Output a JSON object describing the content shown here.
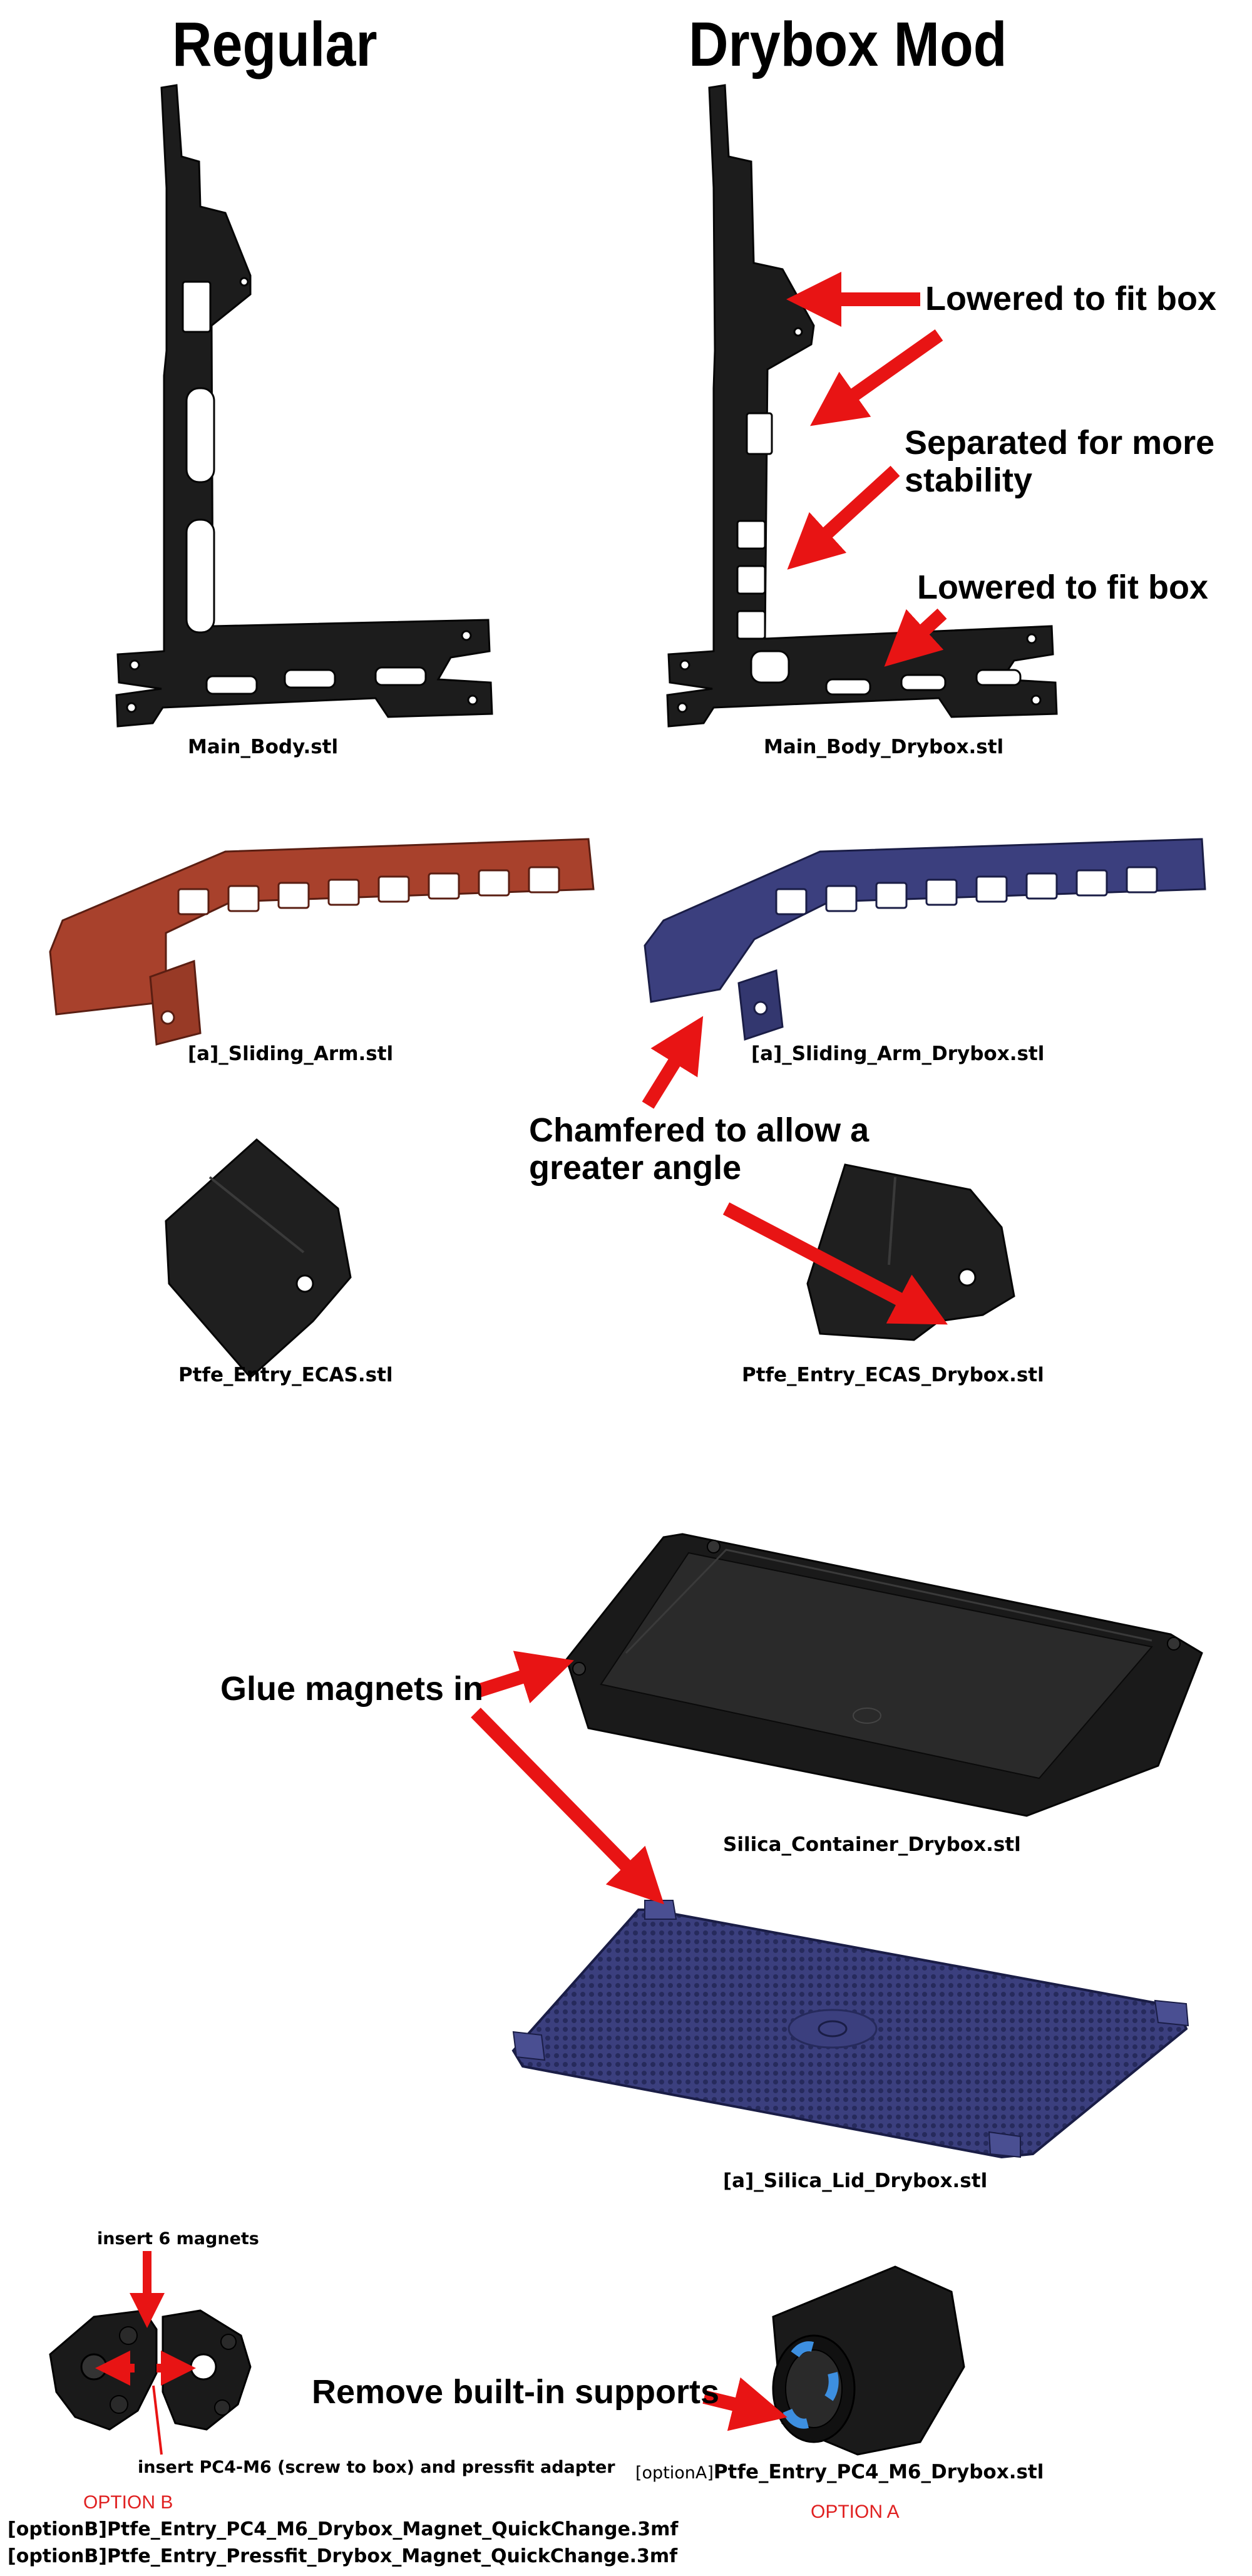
{
  "headings": {
    "regular": "Regular",
    "drybox_mod": "Drybox Mod"
  },
  "callouts": {
    "lowered_top": "Lowered to fit box",
    "separated_line1": "Separated for more",
    "separated_line2": "stability",
    "lowered_bottom": "Lowered to fit box",
    "chamfered_line1": "Chamfered to allow a",
    "chamfered_line2": "greater angle",
    "glue_magnets": "Glue magnets in",
    "remove_supports": "Remove built-in supports",
    "insert_magnets": "insert 6 magnets",
    "insert_pc4": "insert PC4-M6 (screw to box) and pressfit adapter"
  },
  "captions": {
    "main_body": "Main_Body.stl",
    "main_body_drybox": "Main_Body_Drybox.stl",
    "sliding_arm": "[a]_Sliding_Arm.stl",
    "sliding_arm_drybox": "[a]_Sliding_Arm_Drybox.stl",
    "ptfe_ecas": "Ptfe_Entry_ECAS.stl",
    "ptfe_ecas_drybox": "Ptfe_Entry_ECAS_Drybox.stl",
    "silica_container": "Silica_Container_Drybox.stl",
    "silica_lid": "[a]_Silica_Lid_Drybox.stl",
    "option_a_prefix": "[optionA]",
    "option_a_file": "Ptfe_Entry_PC4_M6_Drybox.stl",
    "option_b_file1": "[optionB]Ptfe_Entry_PC4_M6_Drybox_Magnet_QuickChange.3mf",
    "option_b_file2": "[optionB]Ptfe_Entry_Pressfit_Drybox_Magnet_QuickChange.3mf"
  },
  "option_labels": {
    "option_a": "OPTION A",
    "option_b": "OPTION B"
  },
  "colors": {
    "part_black": "#1c1c1c",
    "part_red": "#a8412c",
    "part_blue": "#3b3f7e",
    "arrow_red": "#e81414",
    "label_red": "#e02020",
    "magnet_blue": "#3d8fe0"
  }
}
